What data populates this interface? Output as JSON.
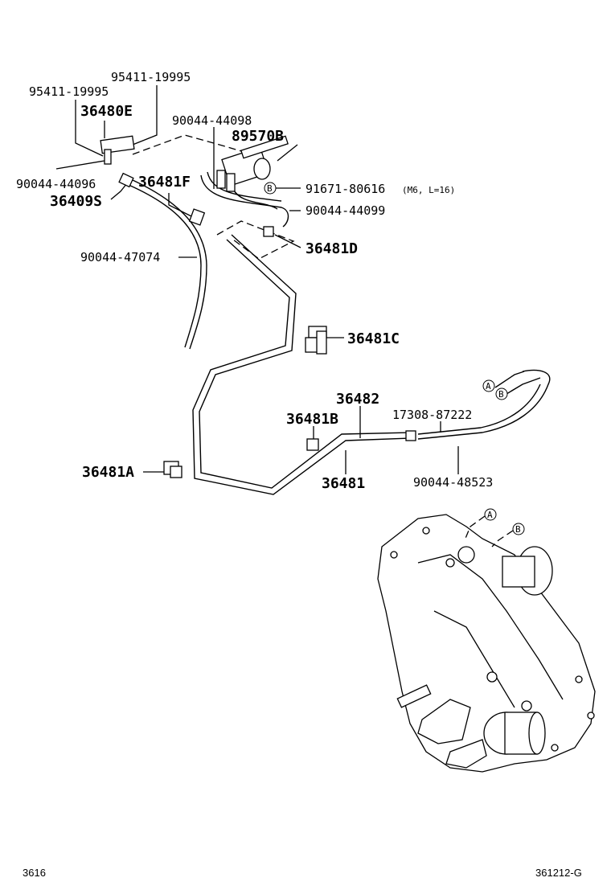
{
  "labels": {
    "p95411_top": "95411-19995",
    "p95411_left": "95411-19995",
    "p36480E": "36480E",
    "p90044_44098": "90044-44098",
    "p89570B": "89570B",
    "p90044_44096": "90044-44096",
    "p36481F": "36481F",
    "p36409S": "36409S",
    "p91671": "91671-80616",
    "p91671_note": "(M6, L=16)",
    "p90044_44099": "90044-44099",
    "p90044_47074": "90044-47074",
    "p36481D": "36481D",
    "p36481C": "36481C",
    "p36482": "36482",
    "p36481B": "36481B",
    "p17308": "17308-87222",
    "p36481A": "36481A",
    "p36481": "36481",
    "p90044_48523": "90044-48523",
    "markA": "A",
    "markB": "B"
  },
  "footer": {
    "left": "3616",
    "right": "361212-G"
  }
}
